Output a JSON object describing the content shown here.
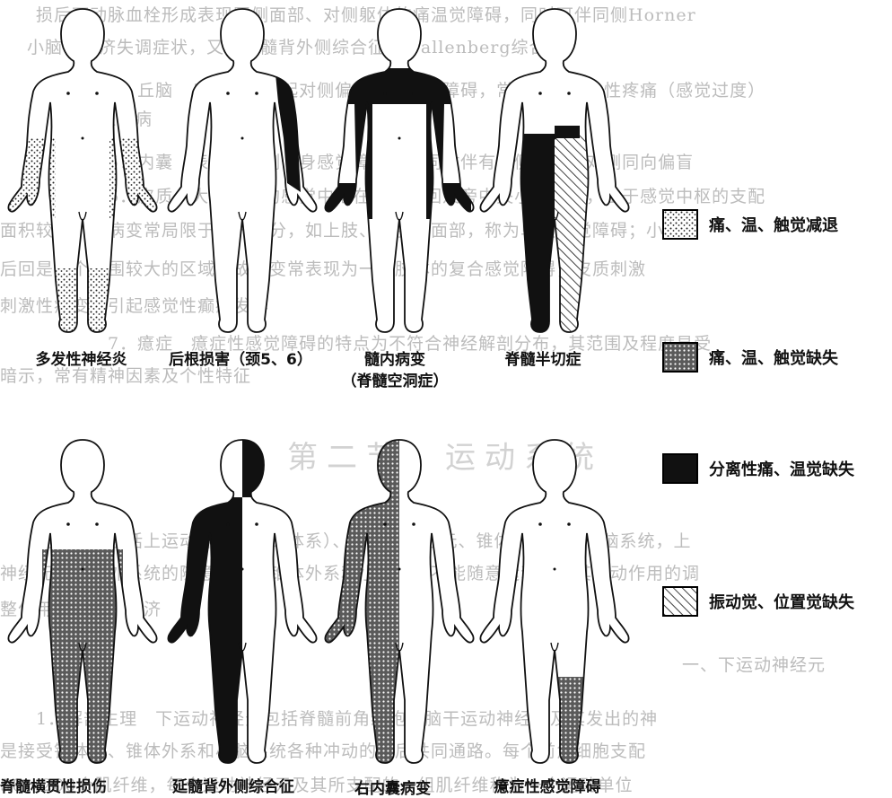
{
  "background_text": {
    "lines": [
      "损后下动脉血栓形成表现同侧面部、对侧躯体的痛温觉障碍，同时可伴同侧Horner",
      "小脑性共济失调症状，又称延髓背外侧综合征（Wallenberg综合征）",
      "4．丘脑　丘脑病变引起对侧偏身各种感觉障碍，常有偏身自发性疼痛（感觉过度）",
      "丘脑血管病",
      "5．内囊　表现为对侧偏身感觉障碍，多同时伴有对侧偏瘫、对侧同向偏盲",
      "6．皮质　大脑皮质的感觉中枢在中央后回及旁中央小叶后部，由于感觉中枢的支配",
      "面积较大，故病变常局限于某一部分，如上肢、下肢或面部，称为单肢感觉障碍；小叶",
      "后回是一个范围较大的区域，故病变常表现为一个肢体的复合感觉障碍，皮质刺激",
      "刺激性病变可引起感觉性癫痫发作",
      "7．癔症　癔症性感觉障碍的特点为不符合神经解剖分布，其范围及程度易受",
      "暗示，常有精神因素及个性特征",
      "运动系统包括上运动神经元（锥体系）、下运动神经元、锥体外系统和小脑系统，上",
      "神经元和锥体外系统的随意运动，锥体外系和小脑系统不能随意运动，为其运动作用的调",
      "整作用　协调　共济",
      "一、下运动神经元",
      "1．解剖生理　下运动神经元包括脊髓前角细胞和脑干运动神经核及其发出的神",
      "是接受锥体束、锥体外系和小脑系统各种冲动的最后共同通路。每个前角细胞支配",
      "50～200个肌纤维，每个运动神经元及其所支配的一组肌纤维称为一个运动单位"
    ],
    "section_heading": "第二节　运动系统"
  },
  "figures": [
    {
      "caption": "多发性神经炎",
      "pattern": "polyneuritis"
    },
    {
      "caption": "后根损害（颈5、6）",
      "pattern": "posterior-root"
    },
    {
      "caption": "髓内病变",
      "caption2": "（脊髓空洞症）",
      "pattern": "syringomyelia"
    },
    {
      "caption": "脊髓半切症",
      "pattern": "hemisection"
    },
    {
      "caption": "脊髓横贯性损伤",
      "pattern": "transection"
    },
    {
      "caption": "延髓背外侧综合征",
      "pattern": "wallenberg"
    },
    {
      "caption": "右内囊病变",
      "pattern": "internal-capsule"
    },
    {
      "caption": "癔症性感觉障碍",
      "pattern": "hysteria"
    }
  ],
  "legend": [
    {
      "pattern": "dots",
      "label": "痛、温、触觉减退"
    },
    {
      "pattern": "crosshatch",
      "label": "痛、温、触觉缺失"
    },
    {
      "pattern": "solid",
      "label": "分离性痛、温觉缺失"
    },
    {
      "pattern": "diagonal",
      "label": "振动觉、位置觉缺失"
    }
  ],
  "colors": {
    "ink": "#111111",
    "ghost_text": "#bcbcbc",
    "background": "#ffffff"
  }
}
